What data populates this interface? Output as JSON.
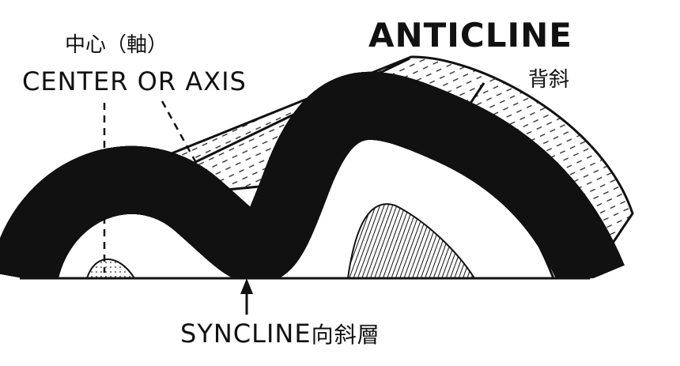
{
  "labels": {
    "center_jp": "中心（軸）",
    "center_en": "CENTER OR AXIS",
    "anticline_en": "ANTICLINE",
    "anticline_jp": "背斜",
    "syncline_en": "SYNCLINE",
    "syncline_jp": "向斜層"
  }
}
